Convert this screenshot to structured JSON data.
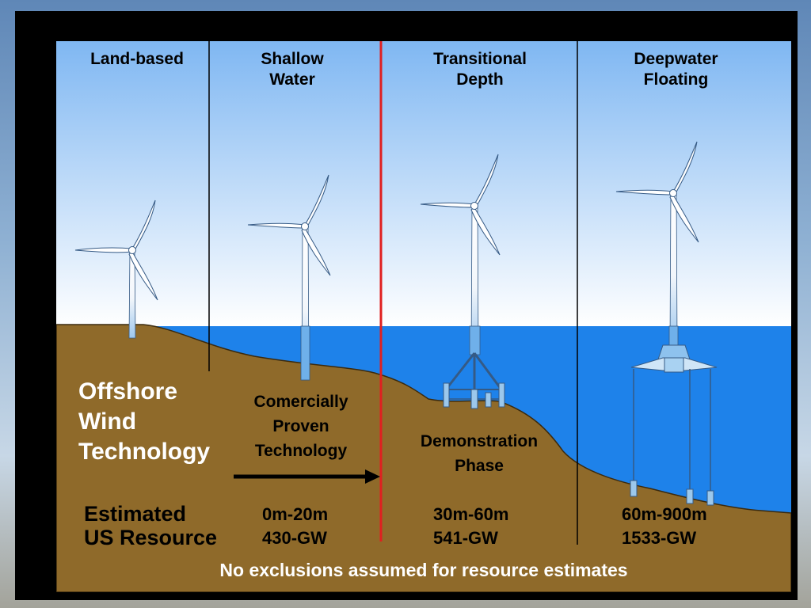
{
  "columns": {
    "land_based": "Land-based",
    "shallow_water": [
      "Shallow",
      "Water"
    ],
    "transitional_depth": [
      "Transitional",
      "Depth"
    ],
    "deepwater_floating": [
      "Deepwater",
      "Floating"
    ]
  },
  "title": [
    "Offshore",
    "Wind",
    "Technology"
  ],
  "commercially_proven": [
    "Comercially",
    "Proven",
    "Technology"
  ],
  "demonstration": [
    "Demonstration",
    "Phase"
  ],
  "resource_label": [
    "Estimated",
    "US Resource"
  ],
  "resources": {
    "shallow": {
      "depth": "0m-20m",
      "capacity": "430-GW"
    },
    "transitional": {
      "depth": "30m-60m",
      "capacity": "541-GW"
    },
    "deepwater": {
      "depth": "60m-900m",
      "capacity": "1533-GW"
    }
  },
  "footnote": "No exclusions assumed for resource estimates",
  "colors": {
    "ground": "#8f6a2a",
    "water": "#1e82ea",
    "sky_top": "#7fb7f2",
    "sky_bottom": "#ffffff",
    "divider_highlight": "#e02020",
    "frame": "#000000",
    "label_white": "#ffffff"
  }
}
